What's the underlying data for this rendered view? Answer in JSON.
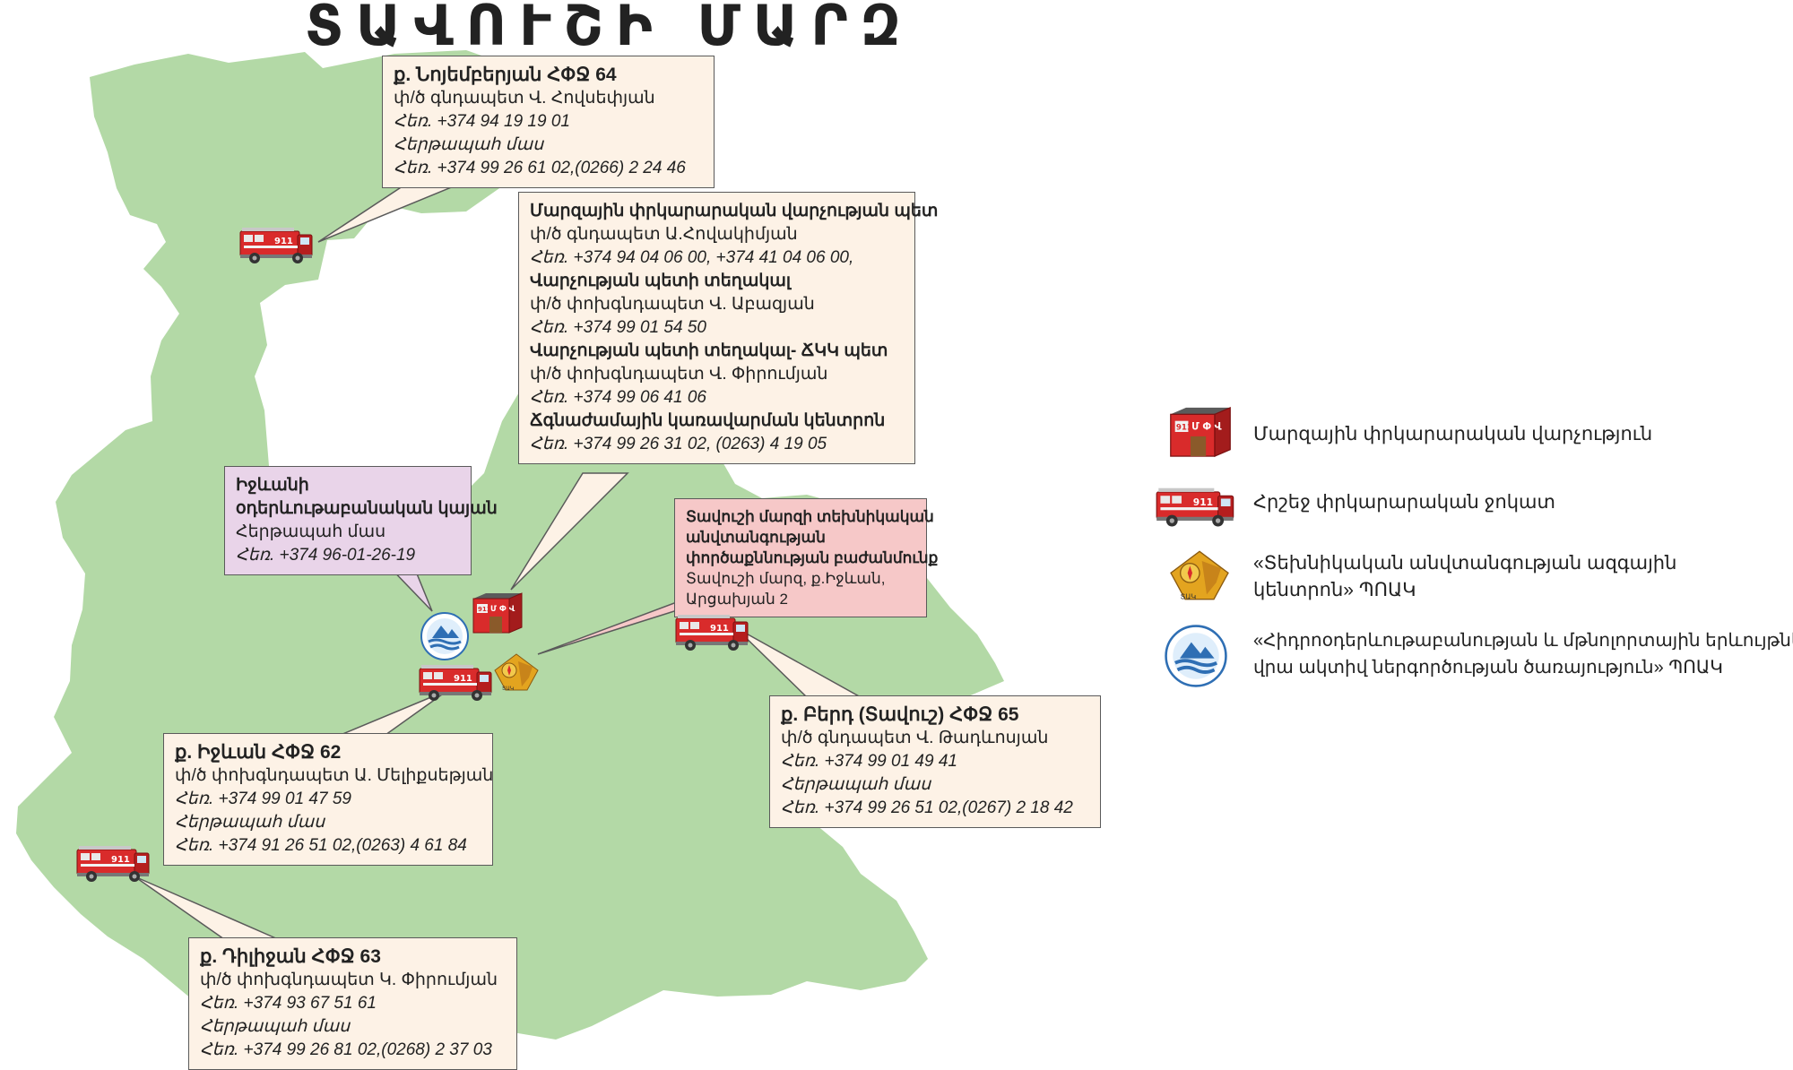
{
  "title": "ՏԱՎՈՒՇԻ ՄԱՐԶ",
  "callouts": {
    "noyemberyan": {
      "heading": "ք. Նոյեմբերյան ՀՓՋ 64",
      "lines": [
        "փ/ծ գնդապետ Վ. Հովսեփյան",
        "Հեռ. +374 94 19 19 01",
        "Հերթապահ մաս",
        "Հեռ. +374 99 26 61 02,(0266) 2 24 46"
      ]
    },
    "regional": {
      "lines": [
        "Մարզային փրկարարական վարչության պետ",
        "փ/ծ գնդապետ Ա.Հովակիմյան",
        "Հեռ. +374 94 04 06 00, +374 41 04 06 00,",
        "Վարչության պետի տեղակալ",
        "փ/ծ փոխգնդապետ Վ. Աբազյան",
        "Հեռ. +374 99 01 54 50",
        "Վարչության պետի տեղակալ- ՃԿԿ պետ",
        "փ/ծ փոխգնդապետ Վ. Փիրումյան",
        "Հեռ. +374 99 06 41 06",
        "Ճգնաժամային կառավարման կենտրոն",
        "Հեռ. +374 99 26 31 02, (0263) 4 19 05"
      ]
    },
    "meteo": {
      "lines": [
        "Իջևանի",
        "օդերևութաբանական կայան",
        "Հերթապահ մաս",
        "Հեռ. +374 96-01-26-19"
      ]
    },
    "tech": {
      "lines": [
        "Տավուշի մարզի տեխնիկական",
        "անվտանգության",
        "փործաքննության բաժանմունք",
        "Տավուշի մարզ, ք.Իջևան,",
        "Արցախյան 2"
      ]
    },
    "ijevan": {
      "heading": "ք. Իջևան ՀՓՋ 62",
      "lines": [
        "փ/ծ փոխգնդապետ Ա. Մելիքսեթյան",
        "Հեռ. +374 99 01 47 59",
        "Հերթապահ մաս",
        "Հեռ. +374 91 26 51 02,(0263) 4 61 84"
      ]
    },
    "berd": {
      "heading": "ք. Բերդ (Տավուշ) ՀՓՋ 65",
      "lines": [
        "փ/ծ գնդապետ Վ. Թադևոսյան",
        "Հեռ. +374 99 01 49 41",
        "Հերթապահ մաս",
        "Հեռ. +374 99 26 51 02,(0267) 2 18 42"
      ]
    },
    "dilijan": {
      "heading": "ք. Դիլիջան ՀՓՋ 63",
      "lines": [
        "փ/ծ փոխգնդապետ Կ. Փիրումյան",
        "Հեռ. +374 93 67 51 61",
        " Հերթապահ մաս",
        "Հեռ. +374 99 26 81 02,(0268) 2 37 03"
      ]
    }
  },
  "icon_labels": {
    "truck": "911",
    "building_sign": "Մ Փ Վ",
    "building_top": "911",
    "emblem_caption": "ՏԱԿ"
  },
  "legend": [
    {
      "icon": "rescue-building-icon",
      "text": "Մարզային փրկարարական վարչություն"
    },
    {
      "icon": "fire-truck-icon",
      "text": "Հրշեջ փրկարարական ջոկատ"
    },
    {
      "icon": "emblem-icon",
      "text": "«Տեխնիկական անվտանգության ազգային",
      "text2": "կենտրոն» ՊՈԱԿ"
    },
    {
      "icon": "hydromet-icon",
      "text": "«Հիդրոօդերևութաբանության և մթնոլորտային երևույթների",
      "text2": "վրա ակտիվ ներգործության ծառայություն» ՊՈԱԿ"
    }
  ],
  "colors": {
    "land": "#b3d9a6",
    "callout_border": "#5a5a5a",
    "cream": "#fdf2e6",
    "lilac": "#e9d4e9",
    "pink": "#f6c8c8",
    "truck_red": "#d92b2b",
    "water_blue": "#2f6fb4"
  }
}
